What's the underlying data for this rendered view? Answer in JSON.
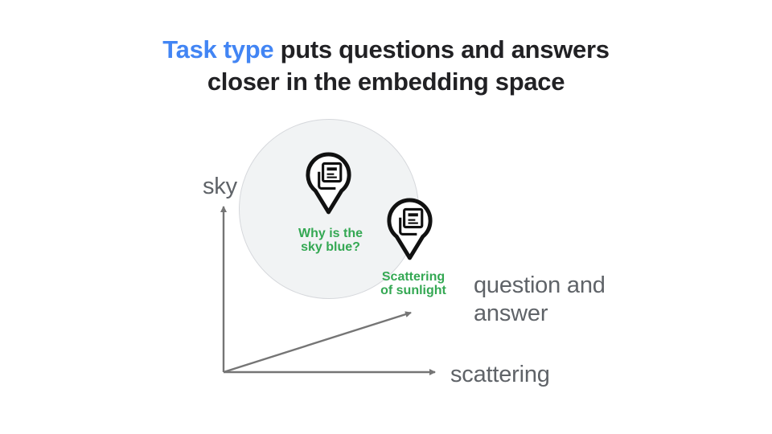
{
  "title": {
    "highlight": "Task type",
    "rest": " puts questions and answers",
    "line2": "closer in the embedding space"
  },
  "diagram": {
    "y_axis_label": "sky",
    "x_axis_label": "scattering",
    "diag_axis_label_line1": "question and",
    "diag_axis_label_line2": "answer",
    "cluster": {
      "pin1": {
        "icon": "news-pin-icon",
        "line1": "Why is the",
        "line2": "sky blue?"
      },
      "pin2": {
        "icon": "news-pin-icon",
        "line1": "Scattering",
        "line2": "of sunlight"
      }
    }
  },
  "colors": {
    "accent_blue": "#4285F4",
    "accent_green": "#34A853",
    "title_dark": "#212124",
    "label_gray": "#5F6368",
    "arrow_gray": "#757575",
    "cluster_fill": "#F1F3F4",
    "cluster_border": "#D6D8DC",
    "pin_black": "#111111"
  }
}
